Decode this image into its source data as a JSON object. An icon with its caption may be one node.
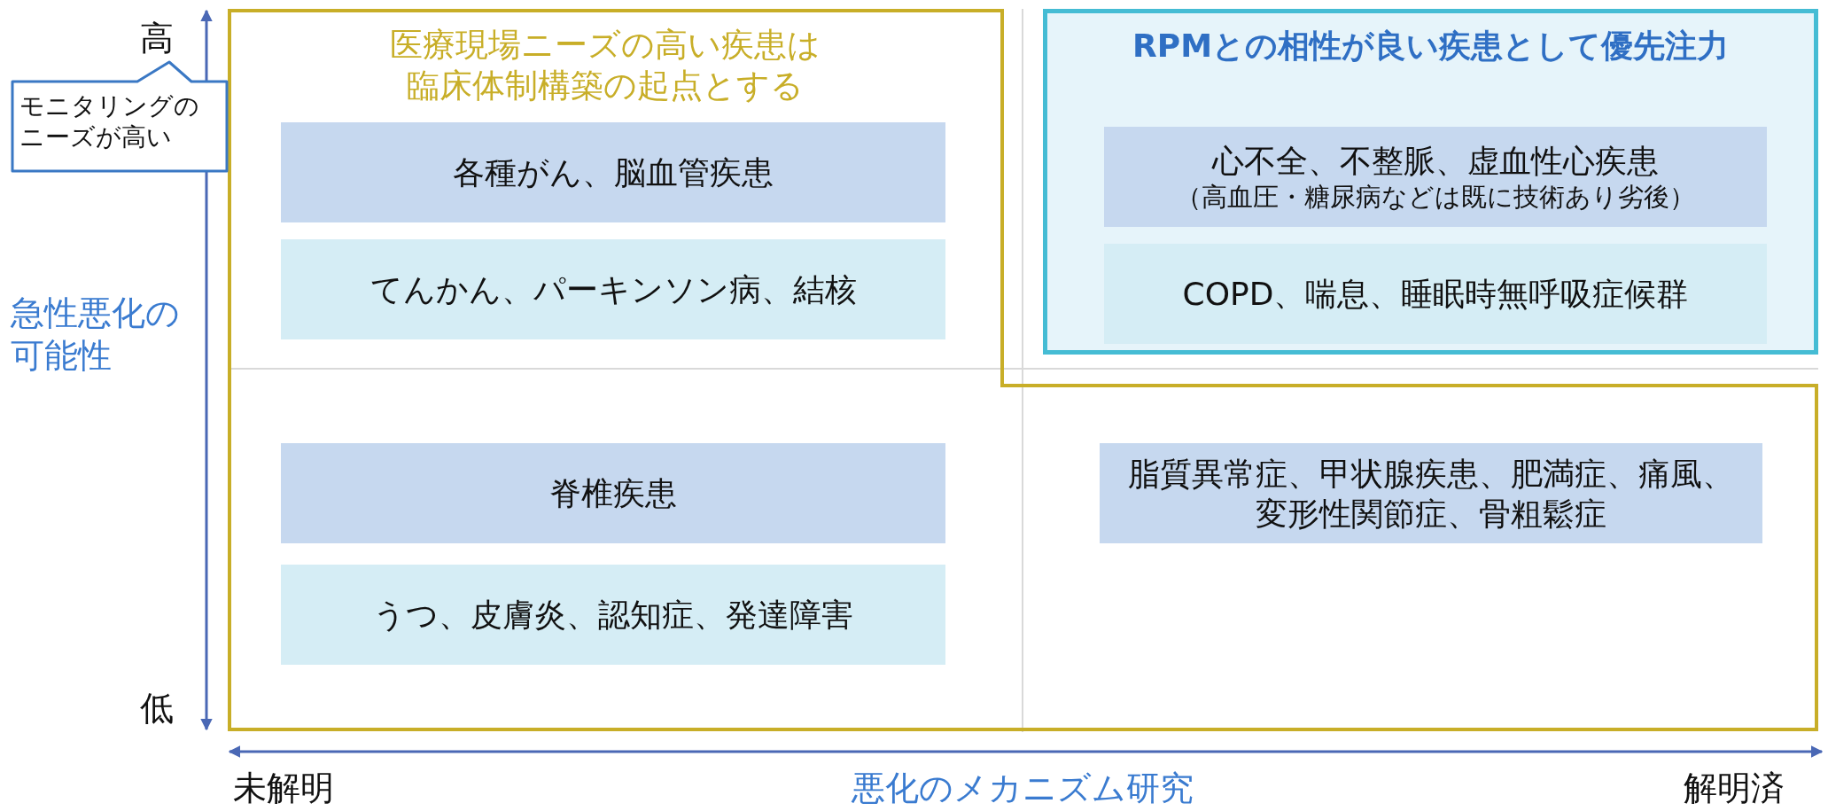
{
  "diagram": {
    "nodes": [
      {
        "text": [
          "医療現場ニーズの高い疾患は臨床体制構築の起点とする"
        ]
      },
      {
        "text": [
          "各種がん、脳血管疾患"
        ],
        "in": 0
      },
      {
        "text": [
          "てんかん、パーキンソン病、結核"
        ],
        "in": 0
      },
      {
        "text": [
          "脊椎疾患"
        ],
        "in": 0
      },
      {
        "text": [
          "うつ、皮膚炎、認知症、発達障害"
        ],
        "in": 0
      },
      {
        "text": [
          "脂質異常症、甲状腺疾患、肥満症、痛風、変形性関節症、骨粗鬆症"
        ],
        "in": 0
      },
      {
        "text": [
          "RPMとの相性が良い疾患として優先注力"
        ]
      },
      {
        "text": [
          "心不全、不整脈、虚血性心疾患",
          "（高血圧・糖尿病などは既に技術あり劣後）"
        ],
        "in": 6
      },
      {
        "text": [
          "COPD、喘息、睡眠時無呼吸症候群"
        ],
        "in": 6
      },
      {
        "text": [
          "モニタリングのニーズが高い"
        ]
      }
    ],
    "labels": [
      "高",
      "急性悪化の可能性",
      "低",
      "未解明",
      "悪化のメカニズム研究",
      "解明済"
    ]
  }
}
